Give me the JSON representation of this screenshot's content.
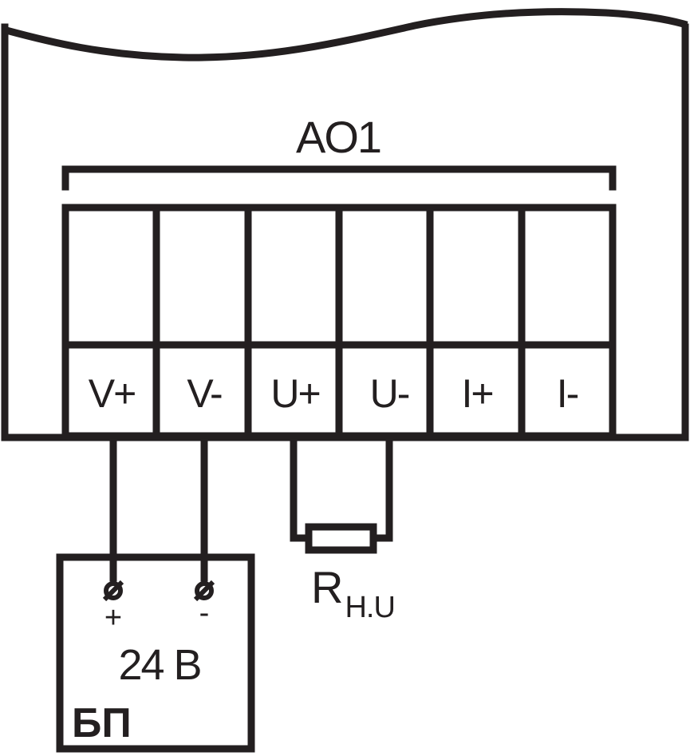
{
  "module": {
    "title": "AO1",
    "terminals": [
      {
        "label": "V+"
      },
      {
        "label": "V-"
      },
      {
        "label": "U+"
      },
      {
        "label": "U-"
      },
      {
        "label": "I+"
      },
      {
        "label": "I-"
      }
    ]
  },
  "load_resistor": {
    "symbol": "R",
    "subscript": "Н.U"
  },
  "power_supply": {
    "label": "БП",
    "voltage": "24 В",
    "plus": "+",
    "minus": "-"
  },
  "colors": {
    "line": "#231f20",
    "background": "#ffffff"
  }
}
